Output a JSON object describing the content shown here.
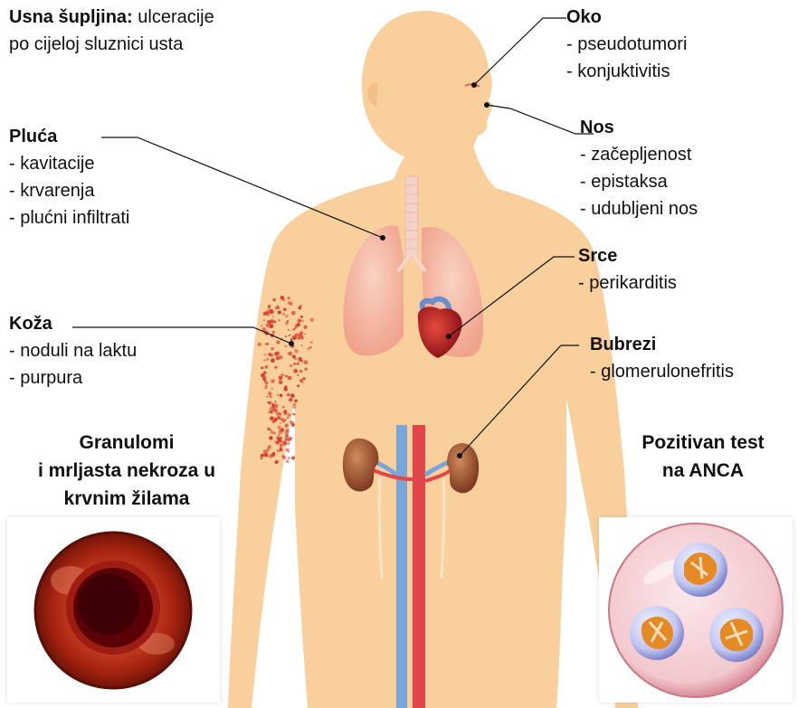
{
  "labels": {
    "mouth": {
      "title": "Usna šupljina:",
      "text": "ulceracije",
      "line2": "po cijeloj sluznici usta"
    },
    "lungs": {
      "title": "Pluća",
      "items": [
        "- kavitacije",
        "- krvarenja",
        "- plućni infiltrati"
      ]
    },
    "skin": {
      "title": "Koža",
      "items": [
        "- noduli na laktu",
        "- purpura"
      ]
    },
    "eye": {
      "title": "Oko",
      "items": [
        "- pseudotumori",
        "- konjuktivitis"
      ]
    },
    "nose": {
      "title": "Nos",
      "items": [
        "- začepljenost",
        "- epistaksa",
        "- udubljeni nos"
      ]
    },
    "heart": {
      "title": "Srce",
      "items": [
        "- perikarditis"
      ]
    },
    "kidneys": {
      "title": "Bubrezi",
      "items": [
        "- glomerulonefritis"
      ]
    }
  },
  "captions": {
    "left": [
      "Granulomi",
      "i mrljasta nekroza u",
      "krvnim žilama"
    ],
    "right": [
      "Pozitivan test",
      "na ANCA"
    ]
  },
  "colors": {
    "skin": "#f9cf9c",
    "lung": "#f5b9a2",
    "heart": "#c02326",
    "kidney": "#a85a36",
    "artery": "#e0464a",
    "vein": "#79a6d8",
    "rash": "#d83a2b",
    "vessel_outer": "#9a1e10",
    "vessel_lumen": "#550004",
    "cell_dish": "#f1c9cf",
    "cell_nucleus": "#e68a26",
    "cell_body": "#8088cc"
  }
}
